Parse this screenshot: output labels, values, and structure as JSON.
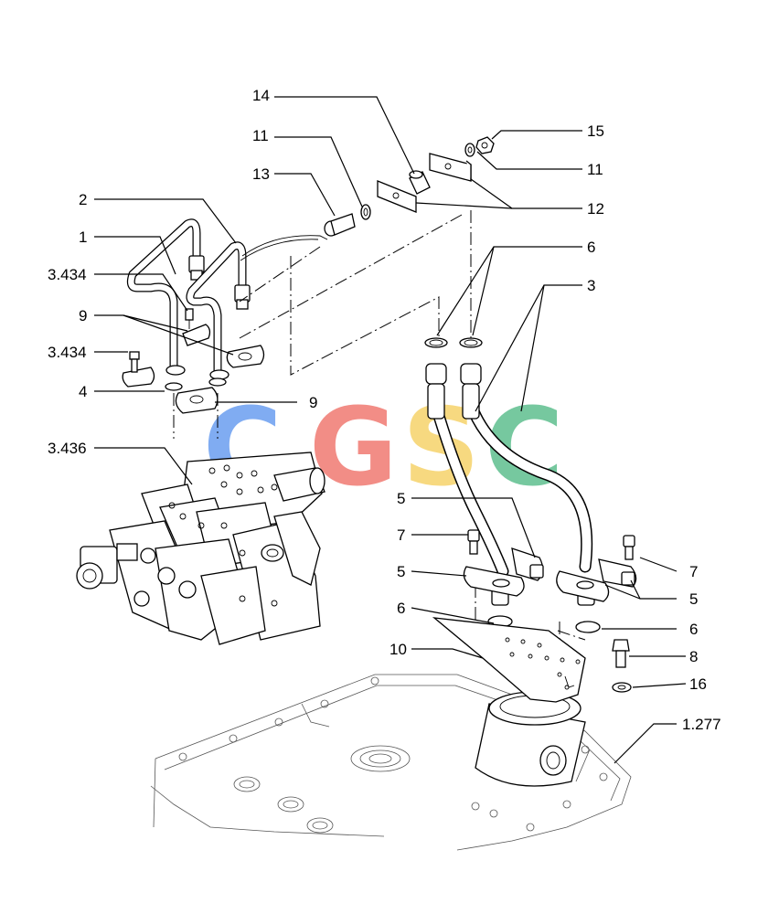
{
  "callouts": {
    "c14": "14",
    "c11a": "11",
    "c13": "13",
    "c15": "15",
    "c11b": "11",
    "c12": "12",
    "c2": "2",
    "c1": "1",
    "c6a": "6",
    "c3434a": "3.434",
    "c3": "3",
    "c9a": "9",
    "c3434b": "3.434",
    "c4": "4",
    "c9b": "9",
    "c3436": "3.436",
    "c5a": "5",
    "c7a": "7",
    "c7b": "7",
    "c5b": "5",
    "c5c": "5",
    "c6b": "6",
    "c6c": "6",
    "c10": "10",
    "c8": "8",
    "c16": "16",
    "c1277": "1.277"
  },
  "watermark": {
    "letters": [
      "C",
      "G",
      "S",
      "C"
    ],
    "colors": [
      "#6a9ef0",
      "#f07a72",
      "#f6d36a",
      "#5fbf8f"
    ]
  }
}
